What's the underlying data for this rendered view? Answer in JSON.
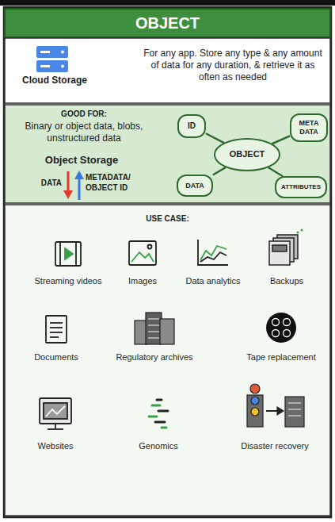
{
  "diagram": {
    "title": "OBJECT",
    "nodes": [
      {
        "text": [
          "Cloud Storage",
          "For any app. Store any type & any amount of data for any duration, & retrieve it as often as needed"
        ]
      },
      {
        "text": [
          "GOOD FOR:",
          "Binary or object data, blobs, unstructured data",
          "Object Storage",
          "DATA",
          "METADATA/ OBJECT ID"
        ]
      },
      {
        "text": [
          "OBJECT"
        ],
        "in": 1
      },
      {
        "text": [
          "ID"
        ],
        "in": 1
      },
      {
        "text": [
          "META DATA"
        ],
        "in": 1
      },
      {
        "text": [
          "DATA"
        ],
        "in": 1
      },
      {
        "text": [
          "ATTRIBUTES"
        ],
        "in": 1
      },
      {
        "text": [
          "USE CASE:"
        ]
      }
    ],
    "edges": [
      {
        "from": 2,
        "to": 3,
        "arrow": "none"
      },
      {
        "from": 2,
        "to": 4,
        "arrow": "none"
      },
      {
        "from": 2,
        "to": 5,
        "arrow": "none"
      },
      {
        "from": 2,
        "to": 6,
        "arrow": "none"
      }
    ],
    "labels": [
      "Streaming videos",
      "Images",
      "Data analytics",
      "Backups",
      "Documents",
      "Regulatory archives",
      "Tape replacement",
      "Websites",
      "Genomics",
      "Disaster recovery"
    ]
  }
}
